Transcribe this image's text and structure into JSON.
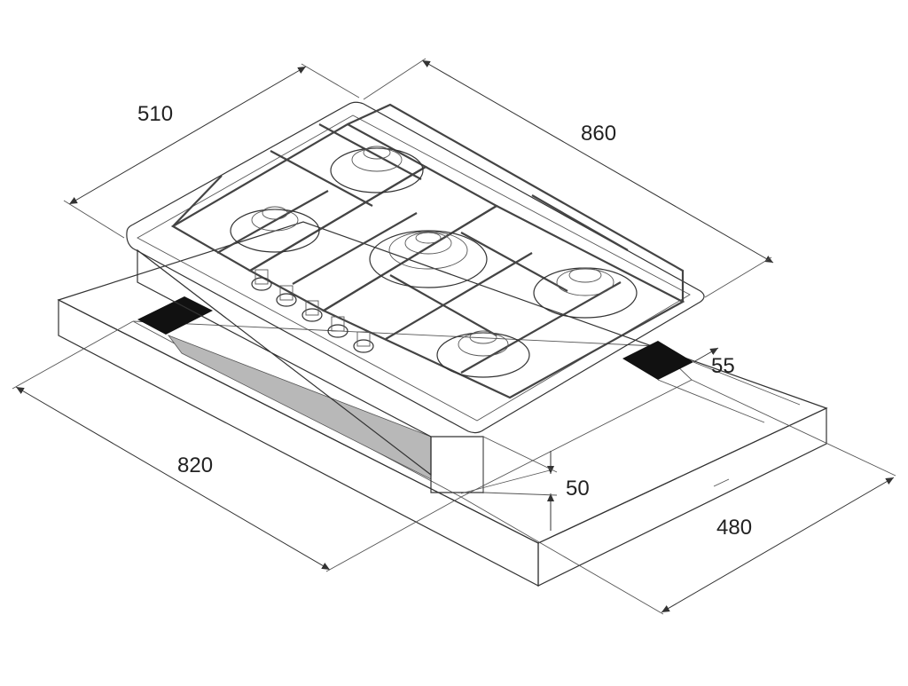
{
  "dimensions": {
    "width_top": "510",
    "length_top": "860",
    "cutout_length": "820",
    "cutout_width": "480",
    "side_clearance": "55",
    "depth": "50"
  },
  "colors": {
    "line": "#333333",
    "cutout_shadow": "#b8b8b8",
    "black_block": "#111111"
  },
  "parts": {
    "knobs": 5,
    "burners": 5
  }
}
